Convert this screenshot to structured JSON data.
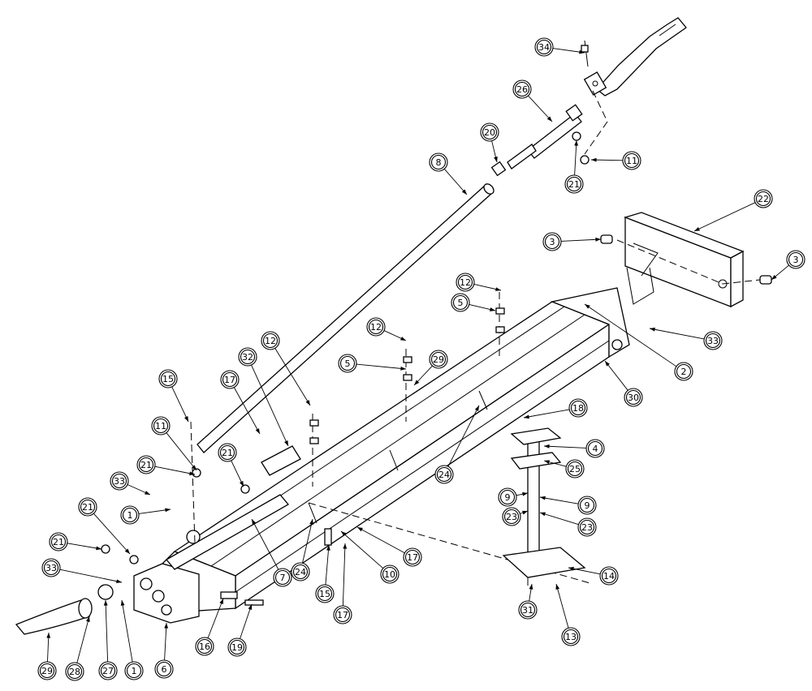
{
  "callouts": [
    {
      "label": "34"
    },
    {
      "label": "26"
    },
    {
      "label": "20"
    },
    {
      "label": "8"
    },
    {
      "label": "21"
    },
    {
      "label": "11"
    },
    {
      "label": "22"
    },
    {
      "label": "3"
    },
    {
      "label": "3"
    },
    {
      "label": "12"
    },
    {
      "label": "5"
    },
    {
      "label": "12"
    },
    {
      "label": "29"
    },
    {
      "label": "5"
    },
    {
      "label": "33"
    },
    {
      "label": "2"
    },
    {
      "label": "30"
    },
    {
      "label": "12"
    },
    {
      "label": "32"
    },
    {
      "label": "17"
    },
    {
      "label": "15"
    },
    {
      "label": "11"
    },
    {
      "label": "21"
    },
    {
      "label": "33"
    },
    {
      "label": "21"
    },
    {
      "label": "1"
    },
    {
      "label": "21"
    },
    {
      "label": "21"
    },
    {
      "label": "33"
    },
    {
      "label": "18"
    },
    {
      "label": "4"
    },
    {
      "label": "25"
    },
    {
      "label": "24"
    },
    {
      "label": "9"
    },
    {
      "label": "9"
    },
    {
      "label": "23"
    },
    {
      "label": "23"
    },
    {
      "label": "17"
    },
    {
      "label": "7"
    },
    {
      "label": "24"
    },
    {
      "label": "10"
    },
    {
      "label": "15"
    },
    {
      "label": "17"
    },
    {
      "label": "14"
    },
    {
      "label": "31"
    },
    {
      "label": "13"
    },
    {
      "label": "16"
    },
    {
      "label": "19"
    },
    {
      "label": "6"
    },
    {
      "label": "1"
    },
    {
      "label": "27"
    },
    {
      "label": "28"
    },
    {
      "label": "29"
    }
  ]
}
